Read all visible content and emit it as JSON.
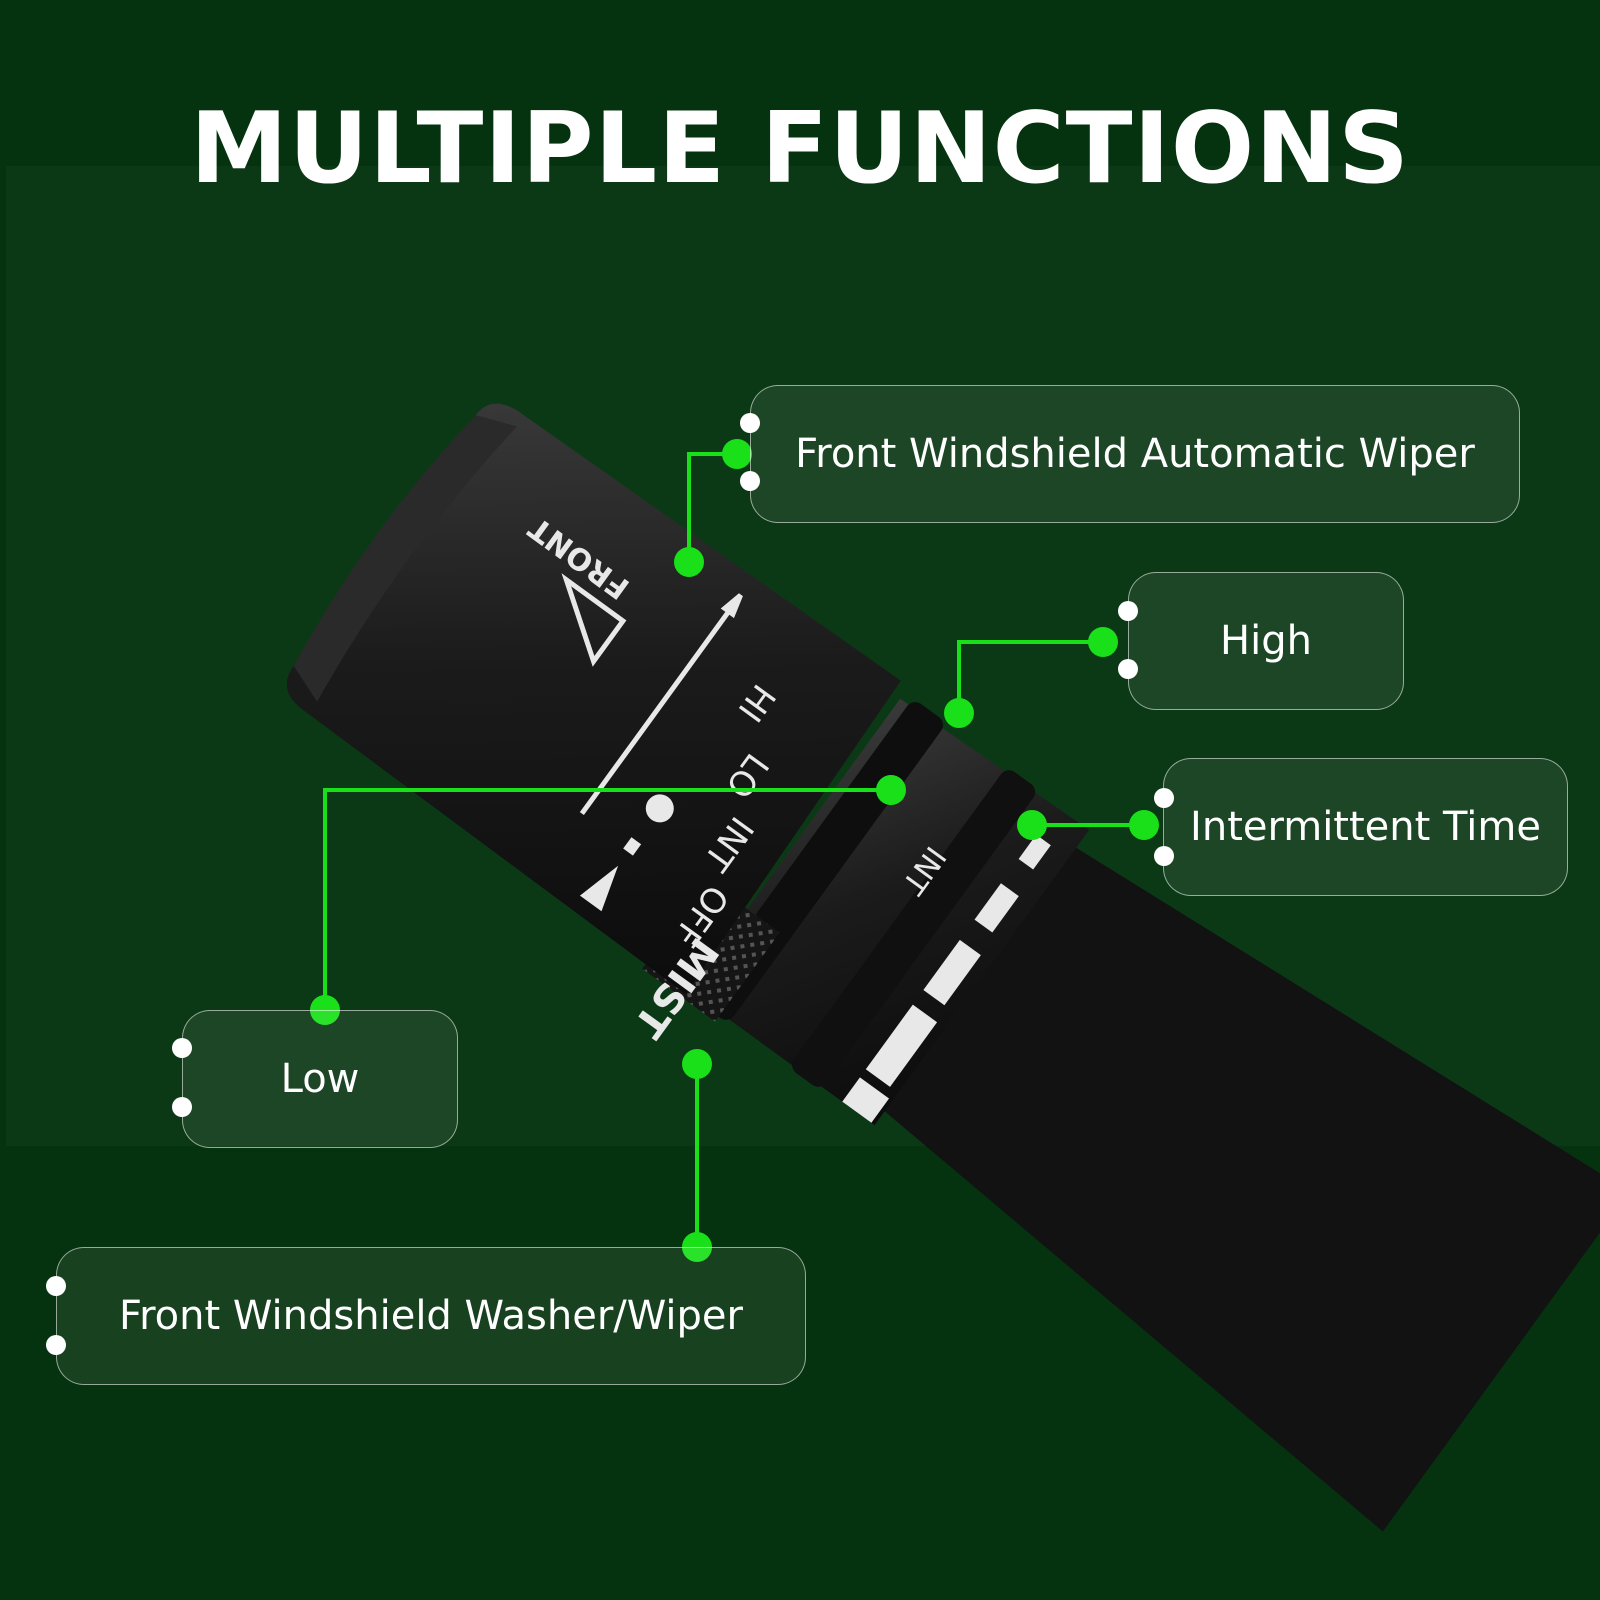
{
  "title": "MULTIPLE FUNCTIONS",
  "colors": {
    "accent": "#19e019",
    "background": "#06330f",
    "text": "#ffffff",
    "lever": "#1a1a1a"
  },
  "lever_markings": {
    "front": "FRONT",
    "hi": "HI",
    "lo": "LO",
    "int": "INT",
    "off": "OFF",
    "mist": "MIST",
    "ring_int": "INT"
  },
  "callouts": {
    "auto_wiper": "Front Windshield Automatic Wiper",
    "high": "High",
    "intermittent": "Intermittent Time",
    "low": "Low",
    "washer_wiper": "Front Windshield Washer/Wiper"
  }
}
